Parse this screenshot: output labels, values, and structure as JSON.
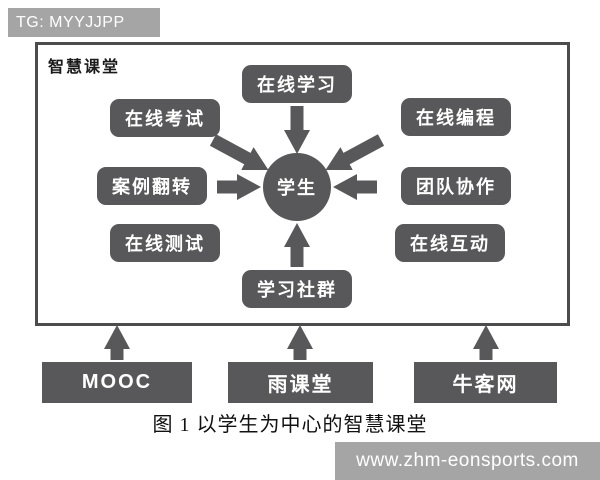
{
  "watermarks": {
    "top_left": "TG: MYYJJPP",
    "bottom_right": "www.zhm-eonsports.com"
  },
  "diagram": {
    "frame_title": "智慧课堂",
    "center_label": "学生",
    "nodes": [
      {
        "id": "online-learning",
        "label": "在线学习",
        "position": "top-center",
        "arrow_to_center": true
      },
      {
        "id": "online-exam",
        "label": "在线考试",
        "position": "upper-left",
        "arrow_to_center": true
      },
      {
        "id": "online-programming",
        "label": "在线编程",
        "position": "upper-right",
        "arrow_to_center": true
      },
      {
        "id": "case-flipping",
        "label": "案例翻转",
        "position": "middle-left",
        "arrow_to_center": true
      },
      {
        "id": "team-collaboration",
        "label": "团队协作",
        "position": "middle-right",
        "arrow_to_center": true
      },
      {
        "id": "online-testing",
        "label": "在线测试",
        "position": "lower-left",
        "arrow_to_center": false
      },
      {
        "id": "online-interaction",
        "label": "在线互动",
        "position": "lower-right",
        "arrow_to_center": false
      },
      {
        "id": "learning-community",
        "label": "学习社群",
        "position": "bottom-center",
        "arrow_to_center": true
      }
    ],
    "platforms": [
      "MOOC",
      "雨课堂",
      "牛客网"
    ],
    "colors": {
      "node_fill": "#58585a",
      "frame_border": "#4c4c4e",
      "watermark_bg": "#a5a5a5",
      "text_on_dark": "#ffffff"
    }
  },
  "caption": "图 1 以学生为中心的智慧课堂"
}
